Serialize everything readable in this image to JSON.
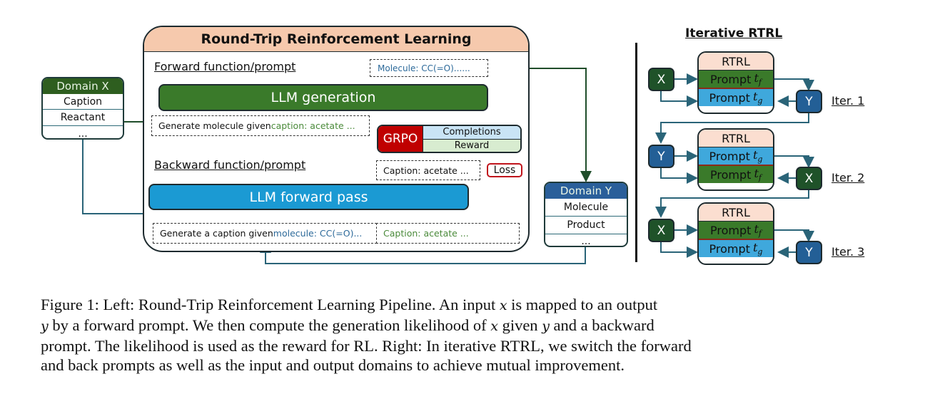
{
  "figure": {
    "domain_x": {
      "title": "Domain X",
      "items": [
        "Caption",
        "Reactant",
        "..."
      ],
      "header_color": "#2e5e1f"
    },
    "domain_y": {
      "title": "Domain Y",
      "items": [
        "Molecule",
        "Product",
        "..."
      ],
      "header_color": "#2a5f9a"
    },
    "rtrl_panel": {
      "title": "Round-Trip Reinforcement Learning",
      "forward_label": "Forward function/prompt",
      "backward_label": "Backward function/prompt",
      "molecule_output": "Molecule: CC(=O)......",
      "llm_generation": "LLM generation",
      "forward_prompt_prefix": "Generate molecule given ",
      "forward_prompt_value": "caption: acetate ...",
      "grpo": "GRPO",
      "completions": "Completions",
      "reward": "Reward",
      "caption_box": "Caption: acetate ...",
      "loss": "Loss",
      "llm_forward_pass": "LLM forward pass",
      "backward_prompt_prefix": "Generate a caption given ",
      "backward_prompt_value": "molecule: CC(=O)...",
      "backward_target": "Caption: acetate ..."
    },
    "iterative": {
      "title": "Iterative RTRL",
      "blocks": [
        {
          "input": "X",
          "output": "Y",
          "header": "RTRL",
          "prompt_top": "Prompt",
          "sub_top": "f",
          "prompt_bottom": "Prompt",
          "sub_bottom": "g",
          "label": "Iter. 1"
        },
        {
          "input": "Y",
          "output": "X",
          "header": "RTRL",
          "prompt_top": "Prompt",
          "sub_top": "g",
          "prompt_bottom": "Prompt",
          "sub_bottom": "f",
          "label": "Iter. 2"
        },
        {
          "input": "X",
          "output": "Y",
          "header": "RTRL",
          "prompt_top": "Prompt",
          "sub_top": "f",
          "prompt_bottom": "Prompt",
          "sub_bottom": "g",
          "label": "Iter. 3"
        }
      ]
    },
    "colors": {
      "green": "#3a7a2a",
      "dark_green": "#1f5229",
      "blue": "#3fa8dc",
      "dark_blue": "#235f96",
      "grpo_red": "#c00000",
      "peach": "#f6c9ad",
      "completions_blue": "#c9e4f5",
      "reward_green": "#d8ecd0",
      "text_green": "#4a8a3a",
      "text_blue": "#2d6a9a"
    }
  },
  "caption": {
    "lines": [
      [
        "Figure 1: Left: Round-Trip Reinforcement Learning Pipeline. An input ",
        "x",
        " is mapped to an output"
      ],
      [
        "",
        "y",
        " by a forward prompt. We then compute the generation likelihood of "
      ],
      [
        "prompt. The likelihood is used as the reward for RL. Right: In iterative RTRL, we switch the forward"
      ],
      [
        "and back prompts as well as the input and output domains to achieve mutual improvement."
      ]
    ],
    "line1_a": "Figure 1: Left: Round-Trip Reinforcement Learning Pipeline. An input ",
    "line1_var": "x",
    "line1_b": " is mapped to an output",
    "line2_var1": "y",
    "line2_a": " by a forward prompt. We then compute the generation likelihood of ",
    "line2_var2": "x",
    "line2_b": " given ",
    "line2_var3": "y",
    "line2_c": " and a backward",
    "line3": "prompt. The likelihood is used as the reward for RL. Right: In iterative RTRL, we switch the forward",
    "line4": "and back prompts as well as the input and output domains to achieve mutual improvement."
  }
}
